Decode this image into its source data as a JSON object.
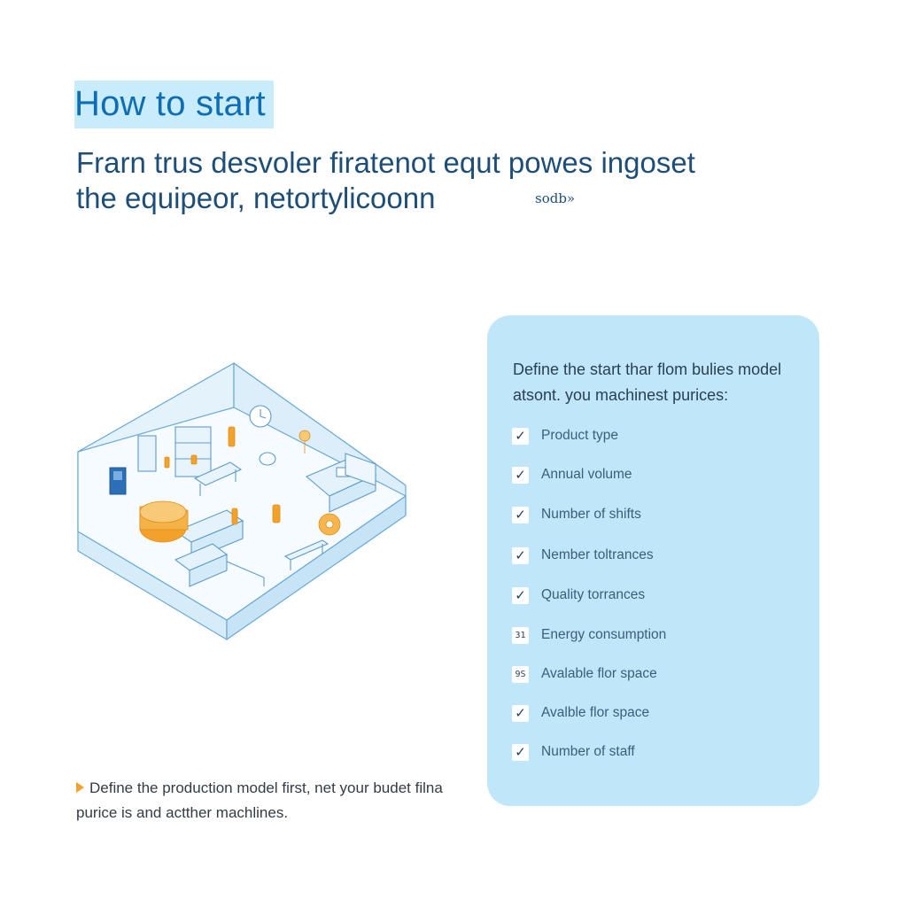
{
  "header": {
    "title": "How to start",
    "subtitle_line1": "Frarn trus desvoler firatenot equt powes ingoset",
    "subtitle_line2": "the equipeor, netortylicoonn",
    "more_link": "sodb»"
  },
  "panel": {
    "intro": "Define the start thar flom bulies model atsont. you machinest purices:",
    "items": [
      {
        "marker": "✓",
        "label": "Product type"
      },
      {
        "marker": "✓",
        "label": "Annual volume"
      },
      {
        "marker": "✓",
        "label": "Number of shifts"
      },
      {
        "marker": "✓",
        "label": "Nember toltrances"
      },
      {
        "marker": "✓",
        "label": "Quality torrances"
      },
      {
        "marker": "31",
        "label": "Energy consumption"
      },
      {
        "marker": "9S",
        "label": "Avalable flor space"
      },
      {
        "marker": "✓",
        "label": "Avalble flor space"
      },
      {
        "marker": "✓",
        "label": "Number of staff"
      }
    ]
  },
  "footnote": {
    "text": "Define the production model first, net your budet filna purice is and actther machlines."
  },
  "colors": {
    "accent": "#0e6eb3",
    "title_highlight": "#c9ecfb",
    "panel_bg": "#bfe7f9",
    "illustration_line": "#6aa9d6",
    "illustration_orange": "#f2a22b"
  },
  "illustration": {
    "description_icon": "isometric-factory-floor-icon"
  }
}
